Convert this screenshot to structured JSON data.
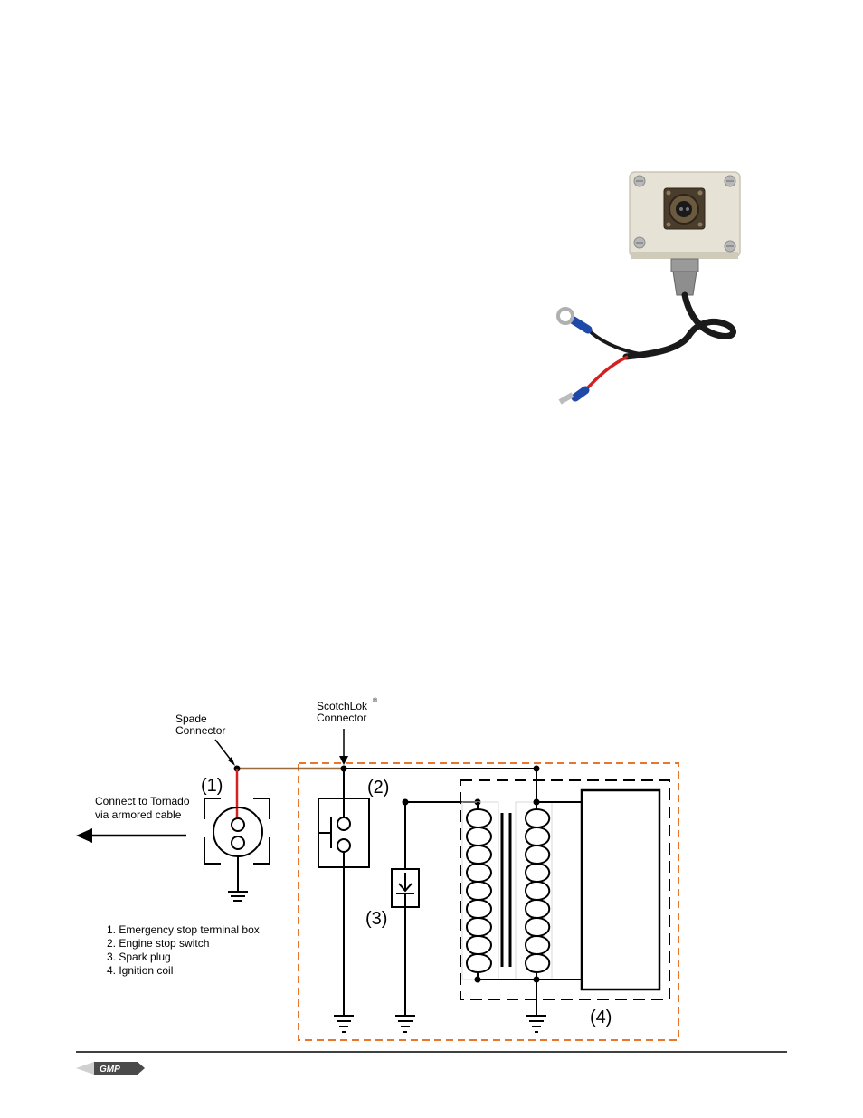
{
  "photo": {
    "description": "emergency stop terminal box"
  },
  "diagram": {
    "spade_connector": [
      "Spade",
      "Connector"
    ],
    "scotchlok_connector": [
      "ScotchLok",
      "Connector"
    ],
    "scotchlok_mark": "®",
    "connect_text": [
      "Connect to Tornado",
      "via armored cable"
    ],
    "markers": [
      "(1)",
      "(2)",
      "(3)",
      "(4)"
    ],
    "legend": [
      "1. Emergency stop terminal box",
      "2. Engine stop switch",
      "3. Spark plug",
      "4. Ignition coil"
    ],
    "colors": {
      "red_wire": "#d42020",
      "brown_wire": "#9a6b3c",
      "orange_dash": "#e8772e"
    }
  },
  "footer": {
    "logo_text": "GMP"
  }
}
